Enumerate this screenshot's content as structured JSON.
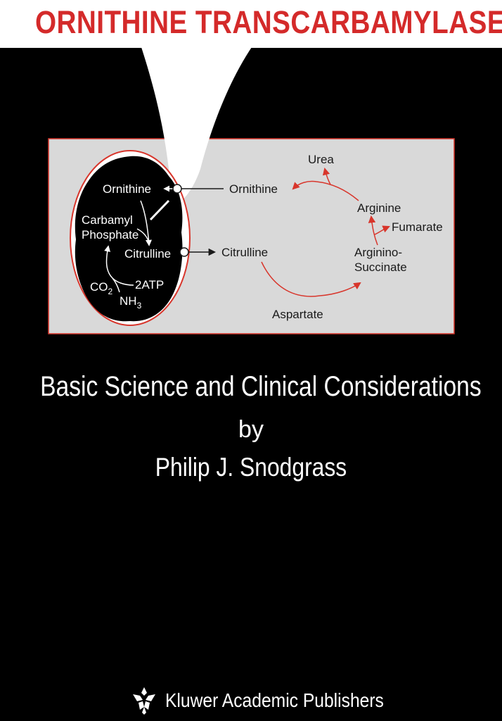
{
  "cover": {
    "title": "ORNITHINE TRANSCARBAMYLASE",
    "subtitle": "Basic Science and Clinical Considerations",
    "by": "by",
    "author": "Philip J. Snodgrass",
    "publisher": "Kluwer Academic Publishers"
  },
  "diagram": {
    "mito_ornithine": "Ornithine",
    "carbamyl": "Carbamyl",
    "phosphate": "Phosphate",
    "mito_citrulline": "Citrulline",
    "co": "CO",
    "co_sub": "2",
    "atp": "2ATP",
    "nh": "NH",
    "nh_sub": "3",
    "ornithine": "Ornithine",
    "citrulline": "Citrulline",
    "urea": "Urea",
    "arginine": "Arginine",
    "fumarate": "Fumarate",
    "argininosuccinate_1": "Arginino-",
    "argininosuccinate_2": "Succinate",
    "aspartate": "Aspartate"
  },
  "colors": {
    "title_red": "#d42a2a",
    "panel_gray": "#d9d9d9",
    "arrow_red": "#d8352b",
    "background": "#000000"
  }
}
